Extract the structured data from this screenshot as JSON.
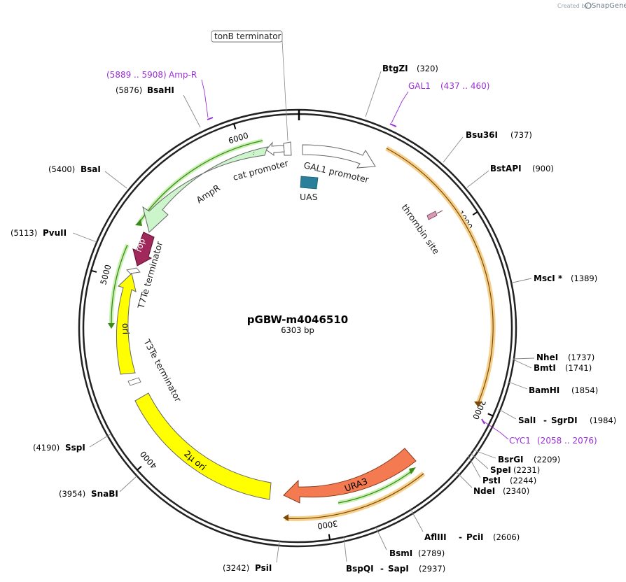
{
  "credit": {
    "prefix": "Created by",
    "brand": "SnapGene"
  },
  "map": {
    "name": "pGBW-m4046510",
    "length_label": "6303 bp",
    "total_bp": 6303,
    "ticks": [
      "1000",
      "2000",
      "3000",
      "4000",
      "5000",
      "6000"
    ],
    "tick_positions": [
      1000,
      2000,
      3000,
      4000,
      5000,
      6000
    ]
  },
  "restriction_sites": [
    {
      "name": "BtgZI",
      "pos": "(320)",
      "bp": 320
    },
    {
      "name": "Bsu36I",
      "pos": "(737)",
      "bp": 737
    },
    {
      "name": "BstAPI",
      "pos": "(900)",
      "bp": 900
    },
    {
      "name": "MscI *",
      "pos": "(1389)",
      "bp": 1389
    },
    {
      "name": "NheI",
      "pos": "(1737)",
      "bp": 1737
    },
    {
      "name": "BmtI",
      "pos": "(1741)",
      "bp": 1741
    },
    {
      "name": "BamHI",
      "pos": "(1854)",
      "bp": 1854
    },
    {
      "name": "SalI",
      "name2": "SgrDI",
      "pos": "(1984)",
      "bp": 1984
    },
    {
      "name": "BsrGI",
      "pos": "(2209)",
      "bp": 2209
    },
    {
      "name": "SpeI",
      "pos": "(2231)",
      "bp": 2231
    },
    {
      "name": "PstI",
      "pos": "(2244)",
      "bp": 2244
    },
    {
      "name": "NdeI",
      "pos": "(2340)",
      "bp": 2340
    },
    {
      "name": "AflIII",
      "name2": "PciI",
      "pos": "(2606)",
      "bp": 2606
    },
    {
      "name": "BsmI",
      "pos": "(2789)",
      "bp": 2789
    },
    {
      "name": "BspQI",
      "name2": "SapI",
      "pos": "(2937)",
      "bp": 2937
    },
    {
      "name": "PsiI",
      "pos": "(3242)",
      "bp": 3242
    },
    {
      "name": "SnaBI",
      "pos": "(3954)",
      "bp": 3954
    },
    {
      "name": "SspI",
      "pos": "(4190)",
      "bp": 4190
    },
    {
      "name": "PvuII",
      "pos": "(5113)",
      "bp": 5113
    },
    {
      "name": "BsaI",
      "pos": "(5400)",
      "bp": 5400
    },
    {
      "name": "BsaHI",
      "pos": "(5876)",
      "bp": 5876
    }
  ],
  "primers": [
    {
      "name": "GAL1",
      "range": "(437 .. 460)",
      "bp": 448
    },
    {
      "name": "CYC1",
      "range": "(2058 .. 2076)",
      "bp": 2067
    },
    {
      "name": "Amp-R",
      "range": "(5889 .. 5908)",
      "bp": 5898
    }
  ],
  "features": {
    "tonB_terminator": "tonB terminator",
    "gal1_promoter": "GAL1 promoter",
    "uas": "UAS",
    "cat_promoter": "cat promoter",
    "ampr": "AmpR",
    "thrombin_site": "thrombin site",
    "rop": "rop",
    "t7te_terminator": "T7Te terminator",
    "ori": "ori",
    "t3te_terminator": "T3Te terminator",
    "two_micron_ori": "2μ ori",
    "ura3": "URA3"
  },
  "colors": {
    "backbone": "#222222",
    "orf_orange": "#f2a54a",
    "ampr_fill": "#ccf5cc",
    "yellow": "#ffff00",
    "ura3": "#f47a52",
    "rop": "#a0285a",
    "uas": "#2a7f9a",
    "primer": "#9a2fd6",
    "green_orf": "#3a8a1a"
  }
}
